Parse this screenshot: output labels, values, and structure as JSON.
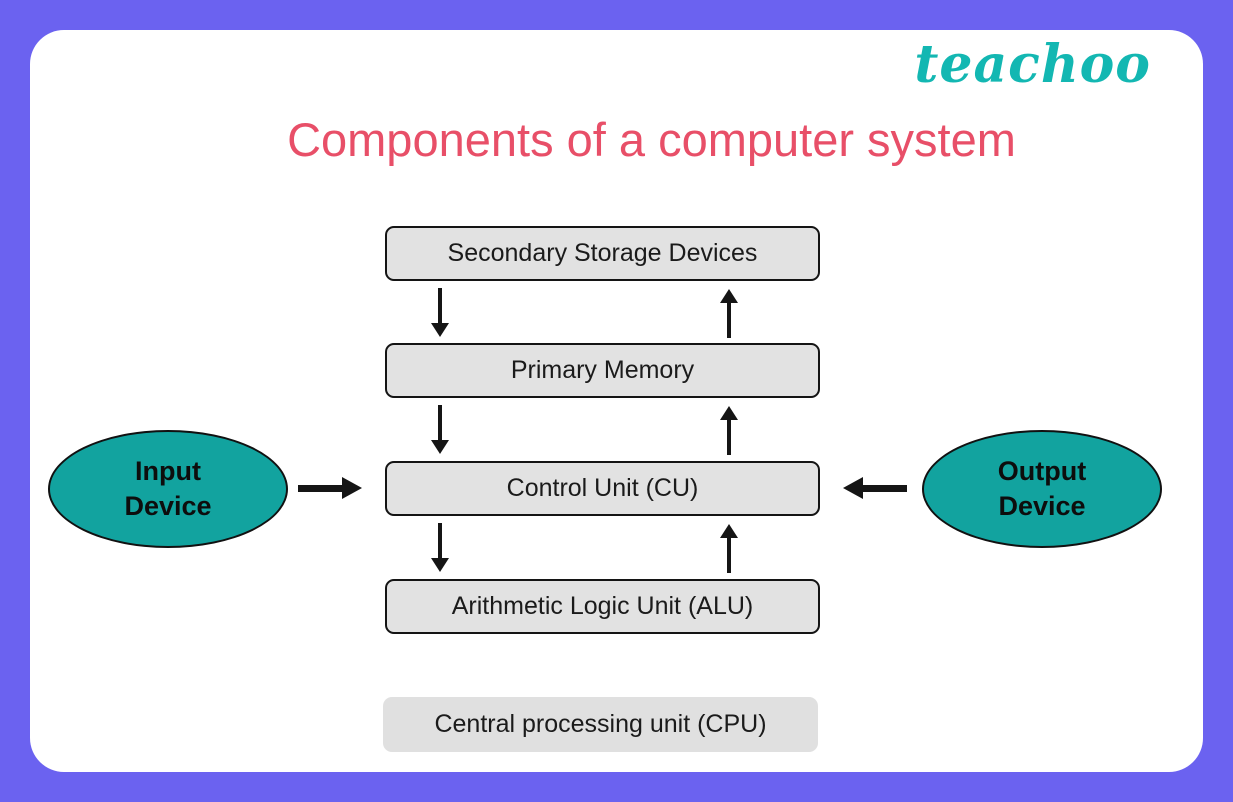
{
  "brand": {
    "name": "teachoo",
    "color": "#13b7b2"
  },
  "title": "Components of a computer system",
  "flow": {
    "boxes": [
      {
        "label": "Secondary Storage Devices"
      },
      {
        "label": "Primary Memory"
      },
      {
        "label": "Control Unit (CU)"
      },
      {
        "label": "Arithmetic Logic Unit (ALU)"
      }
    ],
    "cpu_label": "Central processing unit (CPU)",
    "input": {
      "line1": "Input",
      "line2": "Device"
    },
    "output": {
      "line1": "Output",
      "line2": "Device"
    }
  },
  "colors": {
    "frame_border": "#6b62f0",
    "title": "#e84f68",
    "brand": "#13b7b2",
    "box_fill": "#e2e2e2",
    "cpu_fill": "#e0e0e0",
    "ellipse_fill": "#12a39f",
    "arrow": "#151515"
  }
}
